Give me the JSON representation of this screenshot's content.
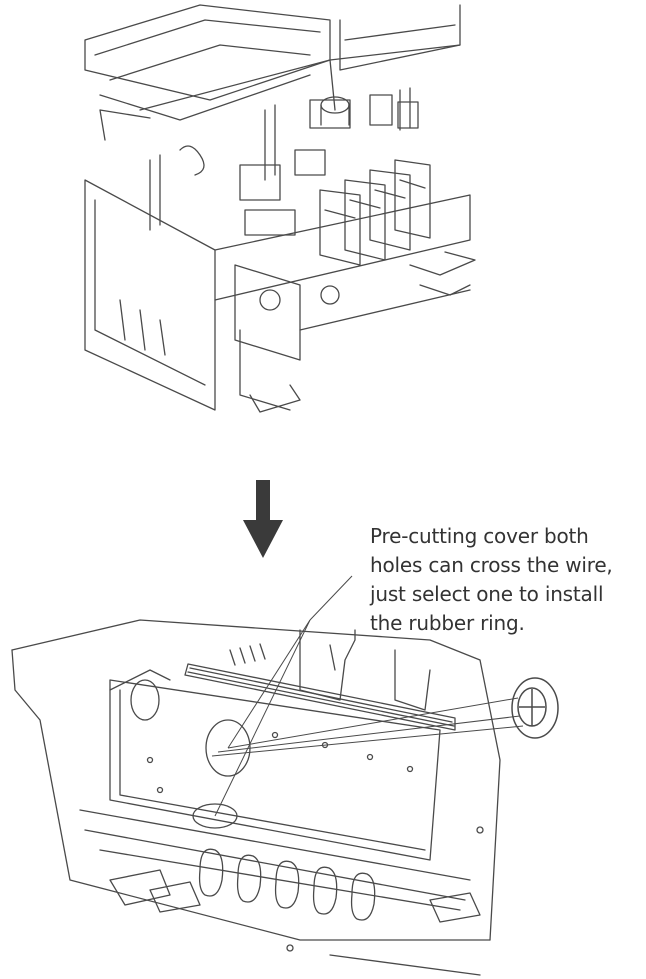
{
  "callout": {
    "text": "Pre-cutting cover both\nholes can cross the wire,\njust select one to install\nthe rubber ring."
  },
  "colors": {
    "line": "#4a4a4a",
    "arrow": "#3a3a3a",
    "text": "#333333"
  },
  "icons": {
    "top": "outdoor-unit-electrical-box-illustration",
    "arrow": "arrow-down-icon",
    "bottom": "cover-plate-with-knockout-holes-illustration",
    "ring": "rubber-ring-icon"
  }
}
